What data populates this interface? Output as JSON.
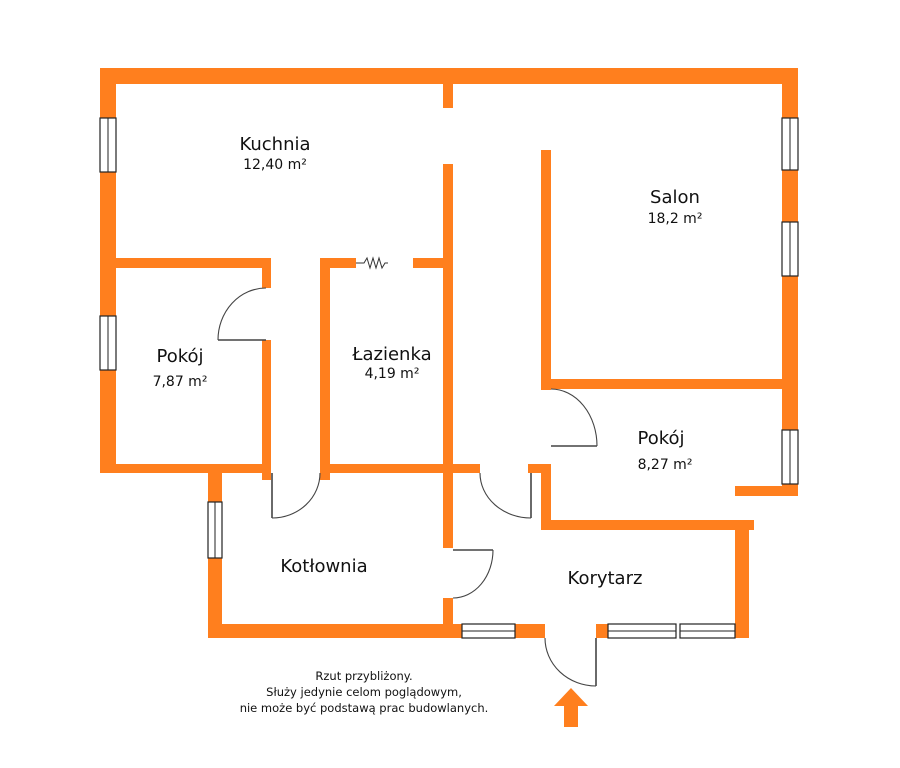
{
  "colors": {
    "wall": "#FF7F1E",
    "window_frame": "#222222",
    "door_line": "#444444",
    "arrow": "#FF7F1E",
    "background": "#FFFFFF"
  },
  "rooms": {
    "kuchnia": {
      "name": "Kuchnia",
      "area": "12,40 m²"
    },
    "salon": {
      "name": "Salon",
      "area": "18,2 m²"
    },
    "pokoj_left": {
      "name": "Pokój",
      "area": "7,87 m²"
    },
    "lazienka": {
      "name": "Łazienka",
      "area": "4,19 m²"
    },
    "pokoj_right": {
      "name": "Pokój",
      "area": "8,27 m²"
    },
    "kotlownia": {
      "name": "Kotłownia"
    },
    "korytarz": {
      "name": "Korytarz"
    }
  },
  "disclaimer": {
    "line1": "Rzut przybliżony.",
    "line2": "Służy jedynie celom poglądowym,",
    "line3": "nie może być podstawą prac budowlanych."
  },
  "entrance_icon": "up-arrow-icon"
}
